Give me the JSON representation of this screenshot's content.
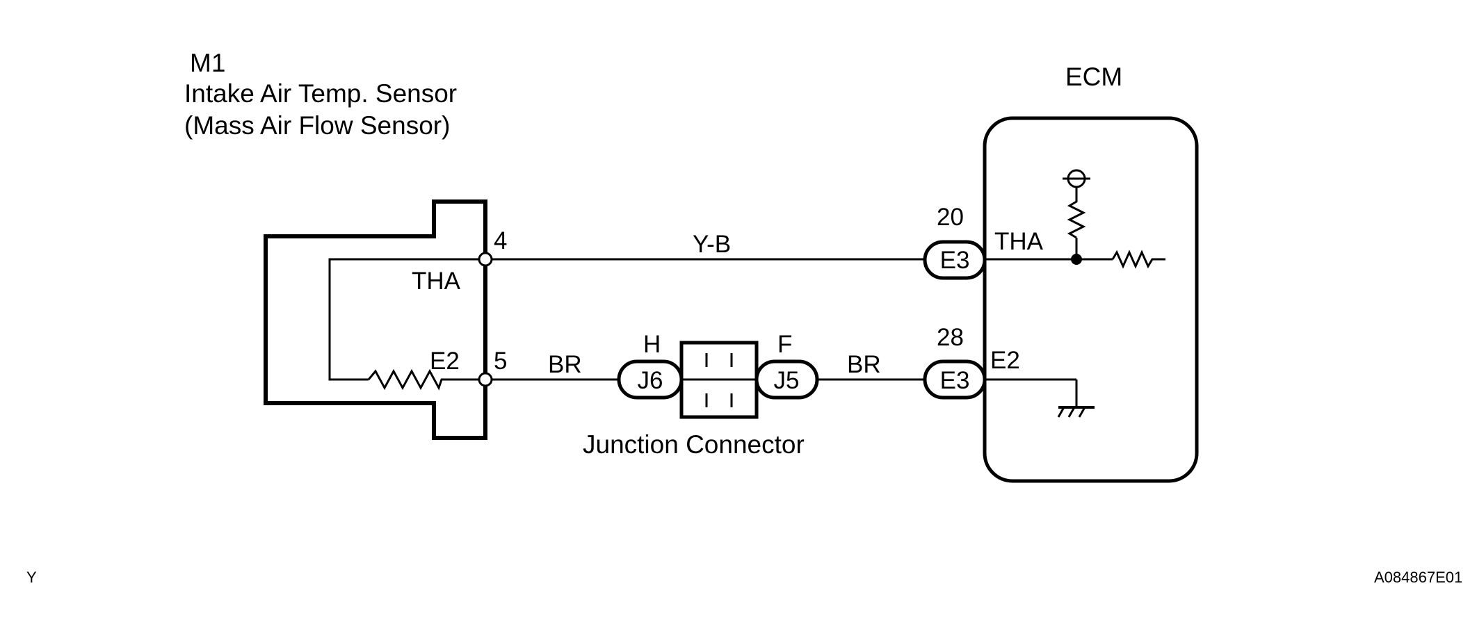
{
  "sensor": {
    "code": "M1",
    "name": "Intake Air Temp. Sensor",
    "subname": "(Mass Air Flow Sensor)",
    "terminal_tha_label": "THA",
    "terminal_e2_label": "E2",
    "pin_tha": "4",
    "pin_e2": "5"
  },
  "ecm": {
    "title": "ECM",
    "pin_tha": "20",
    "pin_e2": "28",
    "terminal_tha_label": "THA",
    "terminal_e2_label": "E2",
    "connector_tha": "E3",
    "connector_e2": "E3"
  },
  "wires": {
    "tha_color": "Y-B",
    "e2_color_left": "BR",
    "e2_color_right": "BR"
  },
  "junction": {
    "label": "Junction Connector",
    "left_connector": "J6",
    "left_pin": "H",
    "right_connector": "J5",
    "right_pin": "F"
  },
  "footer": {
    "left_code": "Y",
    "figure_id": "A084867E01"
  }
}
